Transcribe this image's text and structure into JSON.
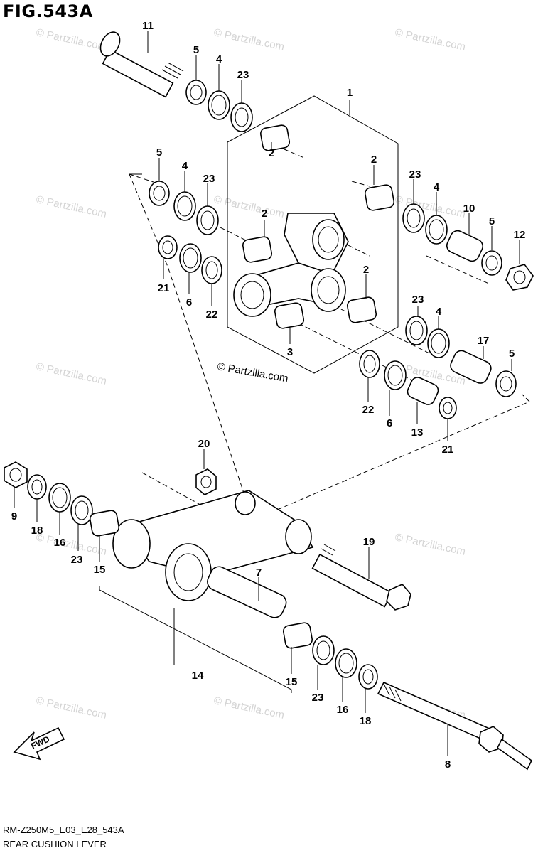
{
  "figure": {
    "title": "FIG.543A",
    "code": "RM-Z250M5_E03_E28_543A",
    "name": "REAR CUSHION LEVER",
    "copyright": "© Partzilla.com",
    "watermark": "© Partzilla.com",
    "fwd_label": "FWD"
  },
  "callouts": [
    "11",
    "5",
    "4",
    "23",
    "1",
    "2",
    "5",
    "4",
    "23",
    "2",
    "23",
    "4",
    "10",
    "5",
    "12",
    "2",
    "2",
    "21",
    "6",
    "22",
    "3",
    "23",
    "4",
    "17",
    "5",
    "22",
    "6",
    "13",
    "21",
    "20",
    "9",
    "18",
    "16",
    "23",
    "15",
    "19",
    "7",
    "14",
    "15",
    "23",
    "16",
    "18",
    "8"
  ]
}
